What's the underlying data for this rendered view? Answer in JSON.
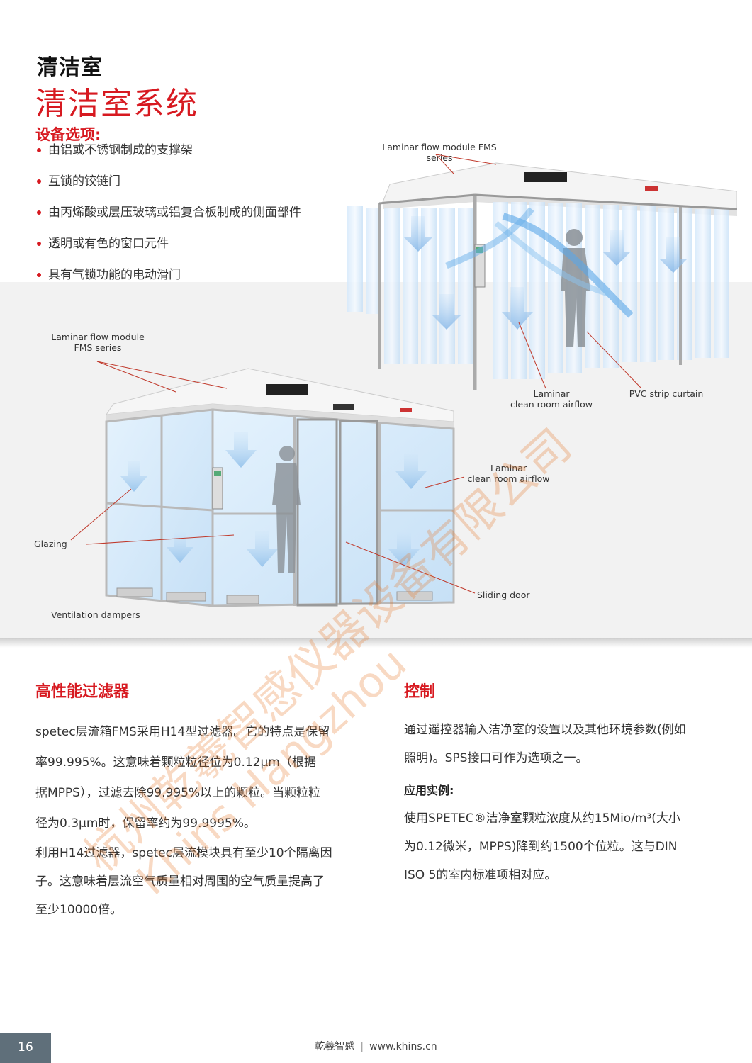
{
  "header": {
    "title": "清洁室",
    "subtitle": "清洁室系统"
  },
  "options": {
    "heading": "设备选项:",
    "items": [
      "由铝或不锈钢制成的支撑架",
      "互锁的铰链门",
      "由丙烯酸或层压玻璃或铝复合板制成的侧面部件",
      "透明或有色的窗口元件",
      "具有气锁功能的电动滑门"
    ]
  },
  "figure_top": {
    "label_module": "Laminar flow module FMS series",
    "label_airflow_1": "Laminar",
    "label_airflow_2": "clean room airflow",
    "label_curtain": "PVC strip curtain"
  },
  "figure_bottom": {
    "label_module_1": "Laminar flow module",
    "label_module_2": "FMS series",
    "label_airflow_1": "Laminar",
    "label_airflow_2": "clean room airflow",
    "label_glazing": "Glazing",
    "label_sliding": "Sliding door",
    "label_vent": "Ventilation dampers"
  },
  "filter": {
    "title": "高性能过滤器",
    "lines": [
      "spetec层流箱FMS采用H14型过滤器。它的特点是保留",
      "率99.995%。这意味着颗粒粒径位为0.12μm（根据",
      "据MPPS），过滤去除99.995%以上的颗粒。当颗粒粒",
      "径为0.3μm时，保留率约为99.9995%。",
      "利用H14过滤器，spetec层流模块具有至少10个隔离因",
      "子。这意味着层流空气质量相对周围的空气质量提高了",
      "至少10000倍。"
    ]
  },
  "control": {
    "title": "控制",
    "lines": [
      "通过遥控器输入洁净室的设置以及其他环境参数(例如",
      "照明)。SPS接口可作为选项之一。"
    ],
    "example_title": "应用实例:",
    "example_lines": [
      "使用SPETEC®洁净室颗粒浓度从约15Mio/m³(大小",
      "为0.12微米，MPPS)降到约1500个位粒。这与DIN",
      "ISO 5的室内标准项相对应。"
    ]
  },
  "watermark": {
    "line1": "杭州乾羲智感仪器设备有限公司",
    "line2": "Khins Hangzhou"
  },
  "footer": {
    "page": "16",
    "brand": "乾羲智感",
    "sep": "|",
    "url": "www.khins.cn"
  },
  "colors": {
    "accent": "#d71920",
    "page_badge": "#5f6f7a"
  }
}
